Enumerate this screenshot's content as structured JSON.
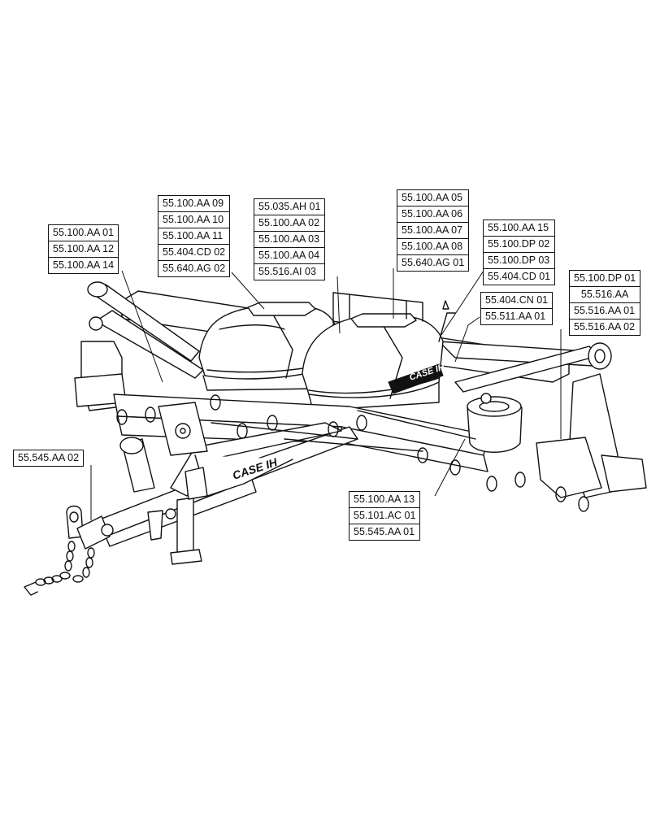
{
  "diagram": {
    "brand_text": "CASE IH",
    "callouts": {
      "c1": [
        "55.100.AA 01",
        "55.100.AA 12",
        "55.100.AA 14"
      ],
      "c2": [
        "55.100.AA 09",
        "55.100.AA 10",
        "55.100.AA 11",
        "55.404.CD 02",
        "55.640.AG 02"
      ],
      "c3": [
        "55.035.AH 01",
        "55.100.AA 02",
        "55.100.AA 03",
        "55.100.AA 04",
        "55.516.AI 03"
      ],
      "c4": [
        "55.100.AA 05",
        "55.100.AA 06",
        "55.100.AA 07",
        "55.100.AA 08",
        "55.640.AG 01"
      ],
      "c5": [
        "55.100.AA 15",
        "55.100.DP 02",
        "55.100.DP 03",
        "55.404.CD 01"
      ],
      "c6": [
        "55.404.CN 01",
        "55.511.AA 01"
      ],
      "c7": [
        "55.100.DP 01",
        "55.516.AA",
        "55.516.AA 01",
        "55.516.AA 02"
      ],
      "c8": [
        "55.545.AA 02"
      ],
      "c9": [
        "55.100.AA 13",
        "55.101.AC 01",
        "55.545.AA 01"
      ]
    }
  }
}
